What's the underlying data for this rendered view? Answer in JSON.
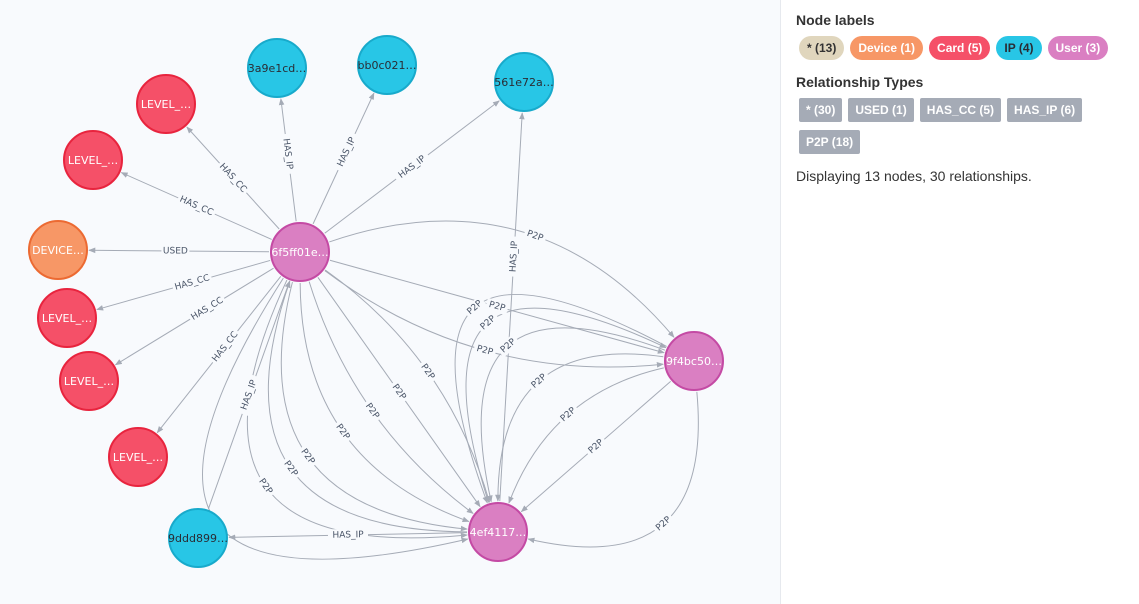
{
  "graph": {
    "nodes": [
      {
        "id": "user_a",
        "caption": "6f5ff01e…",
        "label": "User"
      },
      {
        "id": "user_b",
        "caption": "9f4bc50…",
        "label": "User"
      },
      {
        "id": "user_c",
        "caption": "4ef4117…",
        "label": "User"
      },
      {
        "id": "ip_1",
        "caption": "3a9e1cd…",
        "label": "IP"
      },
      {
        "id": "ip_2",
        "caption": "bb0c021…",
        "label": "IP"
      },
      {
        "id": "ip_3",
        "caption": "561e72a…",
        "label": "IP"
      },
      {
        "id": "ip_4",
        "caption": "9ddd899…",
        "label": "IP"
      },
      {
        "id": "card_1",
        "caption": "LEVEL_…",
        "label": "Card"
      },
      {
        "id": "card_2",
        "caption": "LEVEL_…",
        "label": "Card"
      },
      {
        "id": "card_3",
        "caption": "LEVEL_…",
        "label": "Card"
      },
      {
        "id": "card_4",
        "caption": "LEVEL_…",
        "label": "Card"
      },
      {
        "id": "card_5",
        "caption": "LEVEL_…",
        "label": "Card"
      },
      {
        "id": "device_1",
        "caption": "DEVICE…",
        "label": "Device"
      }
    ],
    "edges": [
      {
        "from": "user_a",
        "to": "card_1",
        "type": "HAS_CC"
      },
      {
        "from": "user_a",
        "to": "card_2",
        "type": "HAS_CC"
      },
      {
        "from": "user_a",
        "to": "device_1",
        "type": "USED"
      },
      {
        "from": "user_a",
        "to": "card_3",
        "type": "HAS_CC"
      },
      {
        "from": "user_a",
        "to": "card_4",
        "type": "HAS_CC"
      },
      {
        "from": "user_a",
        "to": "card_5",
        "type": "HAS_CC"
      },
      {
        "from": "user_a",
        "to": "ip_1",
        "type": "HAS_IP"
      },
      {
        "from": "user_a",
        "to": "ip_2",
        "type": "HAS_IP"
      },
      {
        "from": "user_a",
        "to": "ip_3",
        "type": "HAS_IP"
      },
      {
        "from": "user_c",
        "to": "ip_4",
        "type": "HAS_IP"
      },
      {
        "from": "user_c",
        "to": "ip_3",
        "type": "HAS_IP"
      },
      {
        "from": "ip_4",
        "to": "user_a",
        "type": "HAS_IP"
      },
      {
        "from": "user_a",
        "to": "user_b",
        "type": "P2P"
      },
      {
        "from": "user_a",
        "to": "user_b",
        "type": "P2P"
      },
      {
        "from": "user_a",
        "to": "user_b",
        "type": "P2P"
      },
      {
        "from": "user_a",
        "to": "user_c",
        "type": "P2P"
      },
      {
        "from": "user_a",
        "to": "user_c",
        "type": "P2P"
      },
      {
        "from": "user_a",
        "to": "user_c",
        "type": "P2P"
      },
      {
        "from": "user_a",
        "to": "user_c",
        "type": "P2P"
      },
      {
        "from": "user_a",
        "to": "user_c",
        "type": "P2P"
      },
      {
        "from": "user_a",
        "to": "user_c",
        "type": "P2P"
      },
      {
        "from": "user_a",
        "to": "user_c",
        "type": "P2P"
      },
      {
        "from": "user_c",
        "to": "user_a",
        "type": "P2P"
      },
      {
        "from": "user_b",
        "to": "user_c",
        "type": "P2P"
      },
      {
        "from": "user_b",
        "to": "user_c",
        "type": "P2P"
      },
      {
        "from": "user_b",
        "to": "user_c",
        "type": "P2P"
      },
      {
        "from": "user_b",
        "to": "user_c",
        "type": "P2P"
      },
      {
        "from": "user_b",
        "to": "user_c",
        "type": "P2P"
      },
      {
        "from": "user_b",
        "to": "user_c",
        "type": "P2P"
      },
      {
        "from": "user_c",
        "to": "user_b",
        "type": "P2P"
      }
    ]
  },
  "colors": {
    "User": {
      "fill": "#da7fc2",
      "stroke": "#c44aa4",
      "text": "#ffffff"
    },
    "IP": {
      "fill": "#28c6e6",
      "stroke": "#18aacb",
      "text": "#2a2c34"
    },
    "Card": {
      "fill": "#f55068",
      "stroke": "#e8243e",
      "text": "#ffffff"
    },
    "Device": {
      "fill": "#f79766",
      "stroke": "#ec6a32",
      "text": "#ffffff"
    },
    "edge": "#a5abb6",
    "rel_chip": "#a5abb6",
    "all_chip": "#e0d6bd"
  },
  "panel": {
    "node_labels_heading": "Node labels",
    "node_labels": [
      {
        "text": "* (13)",
        "bg": "#e0d6bd",
        "fg": "#333333"
      },
      {
        "text": "Device (1)",
        "bg": "#f79766",
        "fg": "#ffffff"
      },
      {
        "text": "Card (5)",
        "bg": "#f55068",
        "fg": "#ffffff"
      },
      {
        "text": "IP (4)",
        "bg": "#28c6e6",
        "fg": "#2a2c34"
      },
      {
        "text": "User (3)",
        "bg": "#da7fc2",
        "fg": "#ffffff"
      }
    ],
    "relationship_types_heading": "Relationship Types",
    "relationship_types": [
      "* (30)",
      "USED (1)",
      "HAS_CC (5)",
      "HAS_IP (6)",
      "P2P (18)"
    ],
    "summary": "Displaying 13 nodes, 30 relationships."
  }
}
